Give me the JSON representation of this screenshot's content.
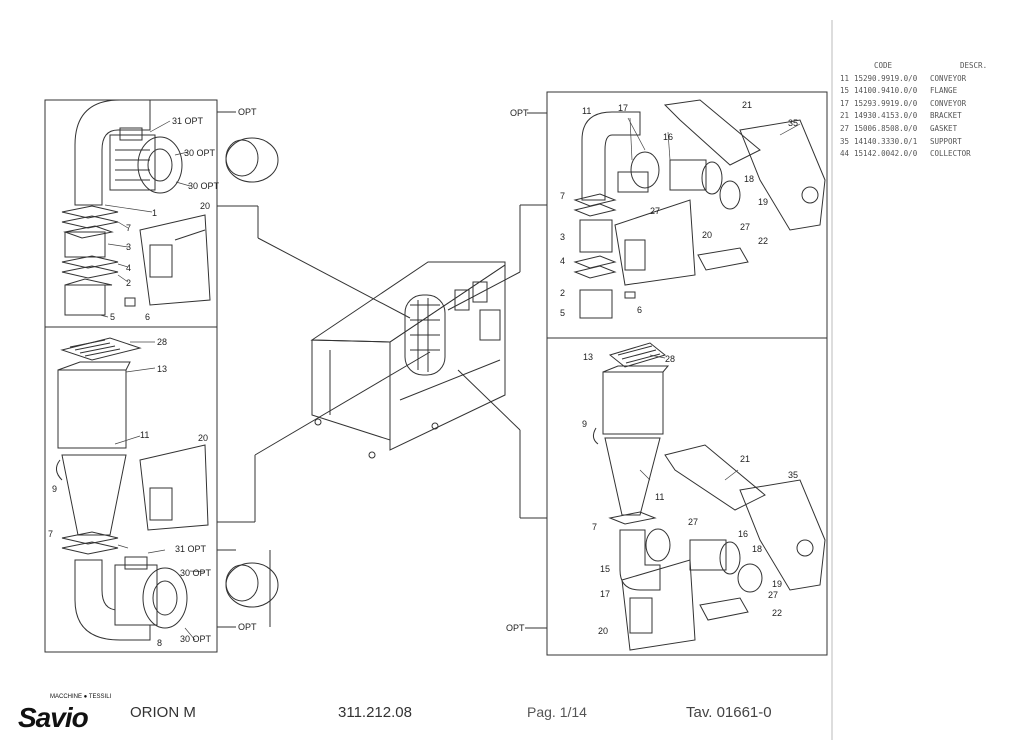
{
  "parts_list": {
    "header_left": "CODE",
    "header_right": "DESCR.",
    "rows": [
      {
        "pos": "",
        "code": "",
        "desc": ""
      },
      {
        "pos": "",
        "code": "",
        "desc": ""
      },
      {
        "pos": "11",
        "code": "15290.9919.0/0",
        "desc": "CONVEYOR"
      },
      {
        "pos": "15",
        "code": "14100.9410.0/0",
        "desc": "FLANGE"
      },
      {
        "pos": "17",
        "code": "15293.9919.0/0",
        "desc": "CONVEYOR"
      },
      {
        "pos": "21",
        "code": "14930.4153.0/0",
        "desc": "BRACKET"
      },
      {
        "pos": "27",
        "code": "15006.8508.0/0",
        "desc": "GASKET"
      },
      {
        "pos": "35",
        "code": "14140.3330.0/1",
        "desc": "SUPPORT"
      },
      {
        "pos": "44",
        "code": "15142.0042.0/0",
        "desc": "COLLECTOR"
      }
    ]
  },
  "callouts": {
    "tl": [
      "31 OPT",
      "OPT",
      "30 OPT",
      "30 OPT",
      "1",
      "7",
      "3",
      "4",
      "2",
      "5",
      "6",
      "20"
    ],
    "bl": [
      "28",
      "13",
      "11",
      "9",
      "20",
      "7",
      "31 OPT",
      "30 OPT",
      "30 OPT",
      "OPT",
      "8"
    ],
    "tr": [
      "OPT",
      "11",
      "17",
      "16",
      "21",
      "35",
      "18",
      "19",
      "27",
      "27",
      "7",
      "3",
      "4",
      "2",
      "5",
      "6",
      "20",
      "22"
    ],
    "br": [
      "13",
      "28",
      "9",
      "21",
      "35",
      "11",
      "7",
      "27",
      "16",
      "18",
      "15",
      "19",
      "27",
      "17",
      "22",
      "OPT",
      "20"
    ]
  },
  "footer": {
    "brand": "Savio",
    "tagline": "MACCHINE ● TESSILI",
    "model": "ORION M",
    "drawing_code": "311.212.08",
    "page": "Pag. 1/14",
    "table": "Tav. 01661-0"
  }
}
